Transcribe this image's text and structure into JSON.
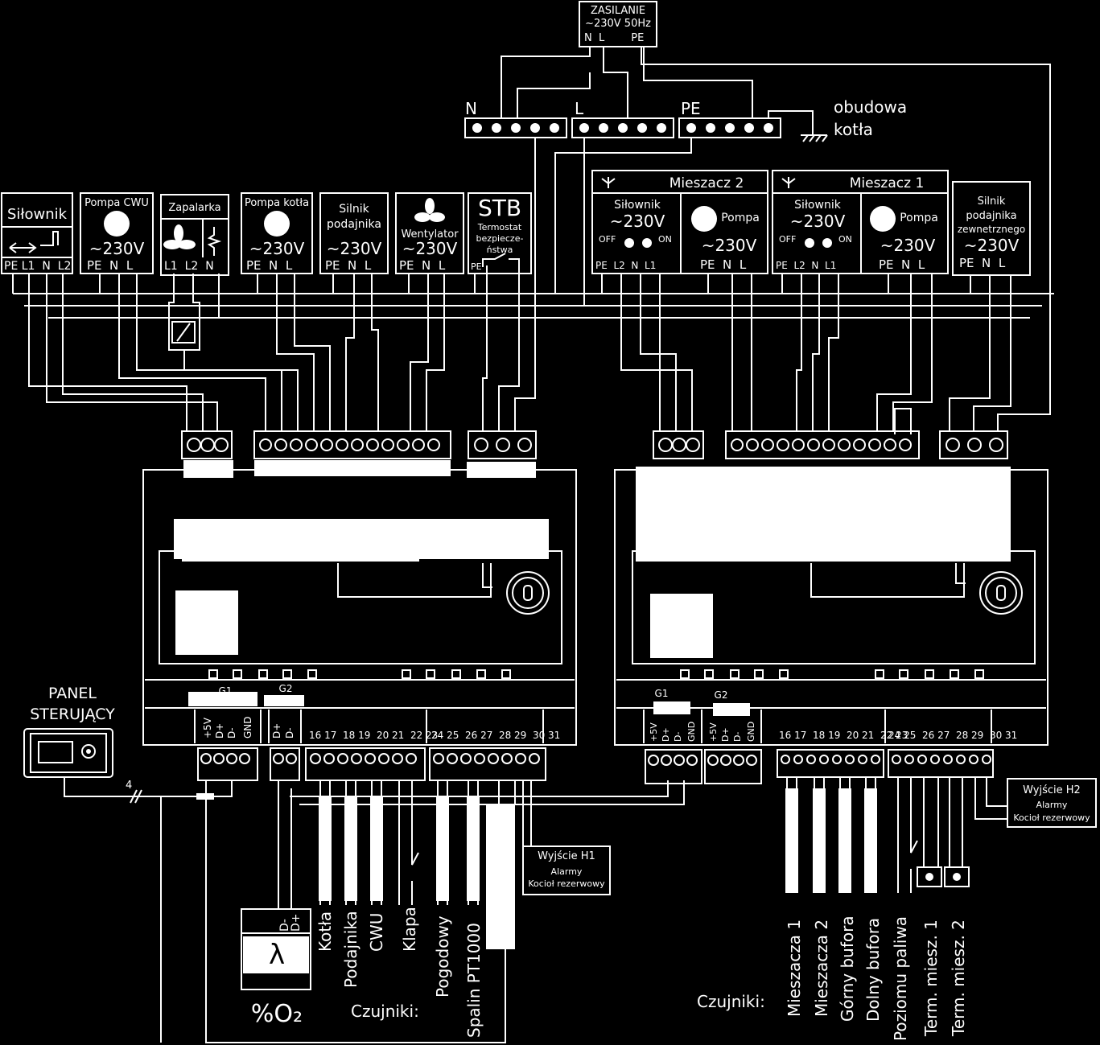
{
  "supply": {
    "title": "ZASILANIE",
    "voltage": "~230V 50Hz",
    "terminals": "N  L        PE"
  },
  "bus": {
    "n": "N",
    "l": "L",
    "pe": "PE",
    "case_line1": "obudowa",
    "case_line2": "kotła"
  },
  "mixers": {
    "m2": {
      "title": "Mieszacz 2",
      "actuator": "Siłownik",
      "volt": "~230V",
      "off": "OFF",
      "on": "ON",
      "act_pins": "PE  L2  N  L1",
      "pump": "Pompa",
      "pump_volt": "~230V",
      "pump_pins": "PE  N  L"
    },
    "m1": {
      "title": "Mieszacz 1",
      "actuator": "Siłownik",
      "volt": "~230V",
      "off": "OFF",
      "on": "ON",
      "act_pins": "PE  L2  N  L1",
      "pump": "Pompa",
      "pump_volt": "~230V",
      "pump_pins": "PE  N  L"
    },
    "ext_feeder": {
      "l1": "Silnik",
      "l2": "podajnika",
      "l3": "zewnetrznego",
      "volt": "~230V",
      "pins": "PE  N  L"
    }
  },
  "devices": {
    "actuator": {
      "title": "Siłownik",
      "pins": "PE L1  N  L2"
    },
    "cwu_pump": {
      "title": "Pompa CWU",
      "volt": "~230V",
      "pins": "PE  N  L"
    },
    "igniter": {
      "title": "Zapalarka",
      "pins": "L1  L2  N"
    },
    "boiler_pump": {
      "title": "Pompa kotła",
      "volt": "~230V",
      "pins": "PE  N  L"
    },
    "feeder": {
      "l1": "Silnik",
      "l2": "podajnika",
      "volt": "~230V",
      "pins": "PE  N  L"
    },
    "fan": {
      "title": "Wentylator",
      "volt": "~230V",
      "pins": "PE  N  L"
    },
    "stb": {
      "title": "STB",
      "l1": "Termostat",
      "l2": "bezpiecze-",
      "l3": "ństwa",
      "pe": "PE"
    }
  },
  "controller": {
    "g1": "G1",
    "g2": "G2",
    "bus_pins": [
      "+5V",
      "D+",
      "D-",
      "GND"
    ],
    "bus2_pins": [
      "D+",
      "D-"
    ],
    "term_a": "16 17  18 19  20 21  22 23",
    "term_b": "24 25  26 27  28 29  30 31"
  },
  "module": {
    "g1": "G1",
    "g2": "G2",
    "g1_pins": [
      "+5V",
      "D+",
      "D-",
      "GND"
    ],
    "g2_pins": [
      "+5V",
      "D+",
      "D-",
      "GND"
    ],
    "term_a": "16 17  18 19  20 21  22 23",
    "term_b": "24 25  26 27  28 29  30 31"
  },
  "panel": {
    "l1": "PANEL",
    "l2": "STERUJĄCY",
    "wires": "4"
  },
  "h1": {
    "title": "Wyjście H1",
    "l2": "Alarmy",
    "l3": "Kocioł rezerwowy"
  },
  "h2": {
    "title": "Wyjście H2",
    "l2": "Alarmy",
    "l3": "Kocioł rezerwowy"
  },
  "lambda": {
    "d1": "D+",
    "d2": "D-",
    "symbol": "λ",
    "o2": "%O₂"
  },
  "sensors_left": {
    "label": "Czujniki:",
    "items": [
      "Kotła",
      "Podajnika",
      "CWU",
      "Klapa",
      "Pogodowy",
      "Spalin PT1000"
    ]
  },
  "sensors_right": {
    "label": "Czujniki:",
    "items": [
      "Mieszacza 1",
      "Mieszacza 2",
      "Górny bufora",
      "Dolny bufora",
      "Poziomu paliwa",
      "Term. miesz. 1",
      "Term. miesz. 2"
    ]
  }
}
